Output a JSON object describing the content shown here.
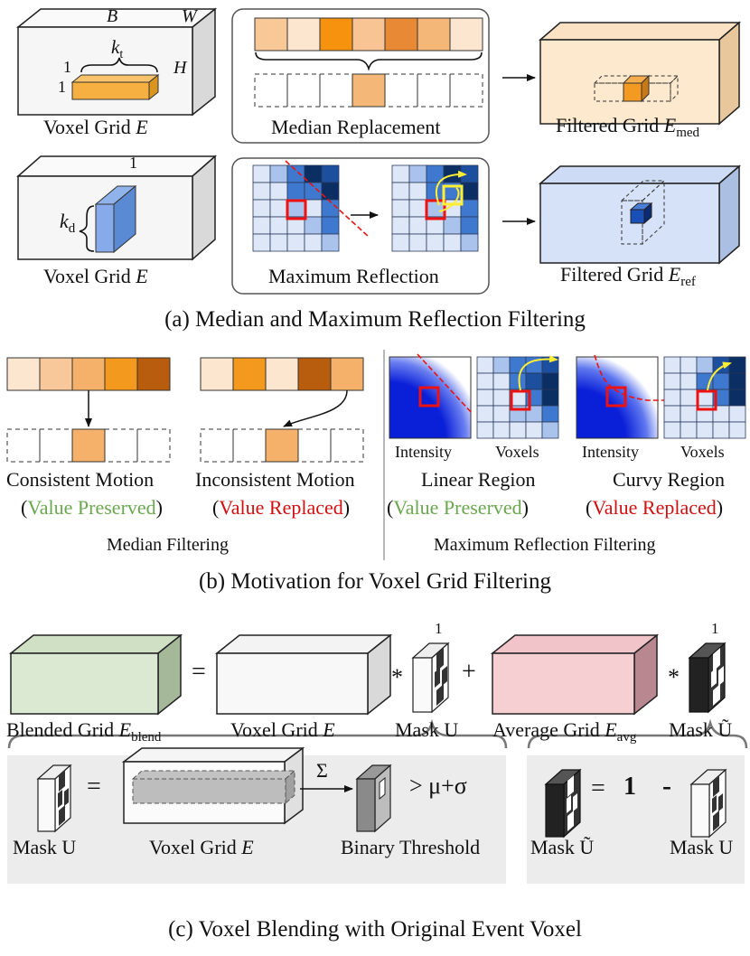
{
  "section_a": {
    "row1": {
      "voxel_label_pre": "Voxel Grid ",
      "voxel_label_var": "E",
      "dim_b": "B",
      "dim_w": "W",
      "dim_h": "H",
      "kt_base": "k",
      "kt_sub": "t",
      "one_top": "1",
      "one_left": "1",
      "middle_label": "Median Replacement",
      "filtered_label_pre": "Filtered Grid ",
      "filtered_var": "E",
      "filtered_sub": "med"
    },
    "row2": {
      "voxel_label_pre": "Voxel Grid ",
      "voxel_label_var": "E",
      "kd_base": "k",
      "kd_sub": "d",
      "one_top": "1",
      "middle_label": "Maximum Reflection",
      "filtered_label_pre": "Filtered Grid ",
      "filtered_var": "E",
      "filtered_sub": "ref"
    },
    "caption": "(a) Median and Maximum Reflection Filtering"
  },
  "section_b": {
    "consistent": "Consistent Motion",
    "inconsistent": "Inconsistent Motion",
    "value_preserved": "Value Preserved",
    "value_replaced": "Value Replaced",
    "paren_open": "(",
    "paren_close": ")",
    "median_filtering": "Median Filtering",
    "intensity": "Intensity",
    "voxels": "Voxels",
    "linear_region": "Linear Region",
    "curvy_region": "Curvy Region",
    "maximum_reflection_filtering": "Maximum Reflection Filtering",
    "caption": "(b) Motivation for Voxel Grid Filtering"
  },
  "section_c": {
    "blended_pre": "Blended Grid ",
    "blended_var": "E",
    "blended_sub": "blend",
    "voxel_pre": "Voxel Grid ",
    "voxel_var": "E",
    "mask_u": "Mask U",
    "average_pre": "Average Grid ",
    "average_var": "E",
    "average_sub": "avg",
    "mask_u_tilde": "Mask Ũ",
    "equals": "=",
    "times": "*",
    "plus": "+",
    "one_a": "1",
    "one_b": "1",
    "sigma": "Σ",
    "threshold_expr": "> μ+σ",
    "binary_threshold": "Binary Threshold",
    "one_bold": "1",
    "minus": "-",
    "caption": "(c) Voxel Blending with Original Event Voxel"
  },
  "colors": {
    "orange_light": "#fbdcb6",
    "orange_mid": "#f5b572",
    "orange_dark": "#b35a10",
    "blue_light": "#dde7f7",
    "blue_mid": "#4a80d0",
    "blue_dark": "#0c3a7a",
    "green_text": "#6aa84f",
    "red_text": "#d01010",
    "blend_green": "#d9e8d0",
    "avg_pink": "#f5cfd2",
    "panel_gray": "#ececec"
  }
}
